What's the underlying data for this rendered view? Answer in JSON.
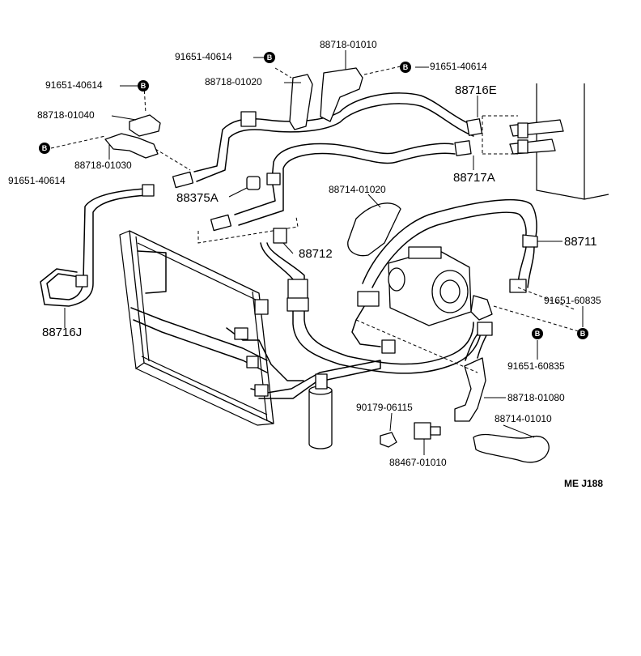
{
  "diagram": {
    "code": "ME  J188",
    "badge": "B",
    "labels": {
      "p_91651_40614_top": "91651-40614",
      "p_88718_01010": "88718-01010",
      "p_91651_40614_right": "91651-40614",
      "p_88718_01020": "88718-01020",
      "p_91651_40614_left": "91651-40614",
      "p_88716E": "88716E",
      "p_88718_01040": "88718-01040",
      "p_91651_40614_bottom": "91651-40614",
      "p_88718_01030": "88718-01030",
      "p_88717A": "88717A",
      "p_88375A": "88375A",
      "p_88714_01020": "88714-01020",
      "p_88711": "88711",
      "p_88712": "88712",
      "p_91651_60835_a": "91651-60835",
      "p_88716J": "88716J",
      "p_91651_60835_b": "91651-60835",
      "p_90179_06115": "90179-06115",
      "p_88718_01080": "88718-01080",
      "p_88714_01010": "88714-01010",
      "p_88467_01010": "88467-01010"
    }
  }
}
